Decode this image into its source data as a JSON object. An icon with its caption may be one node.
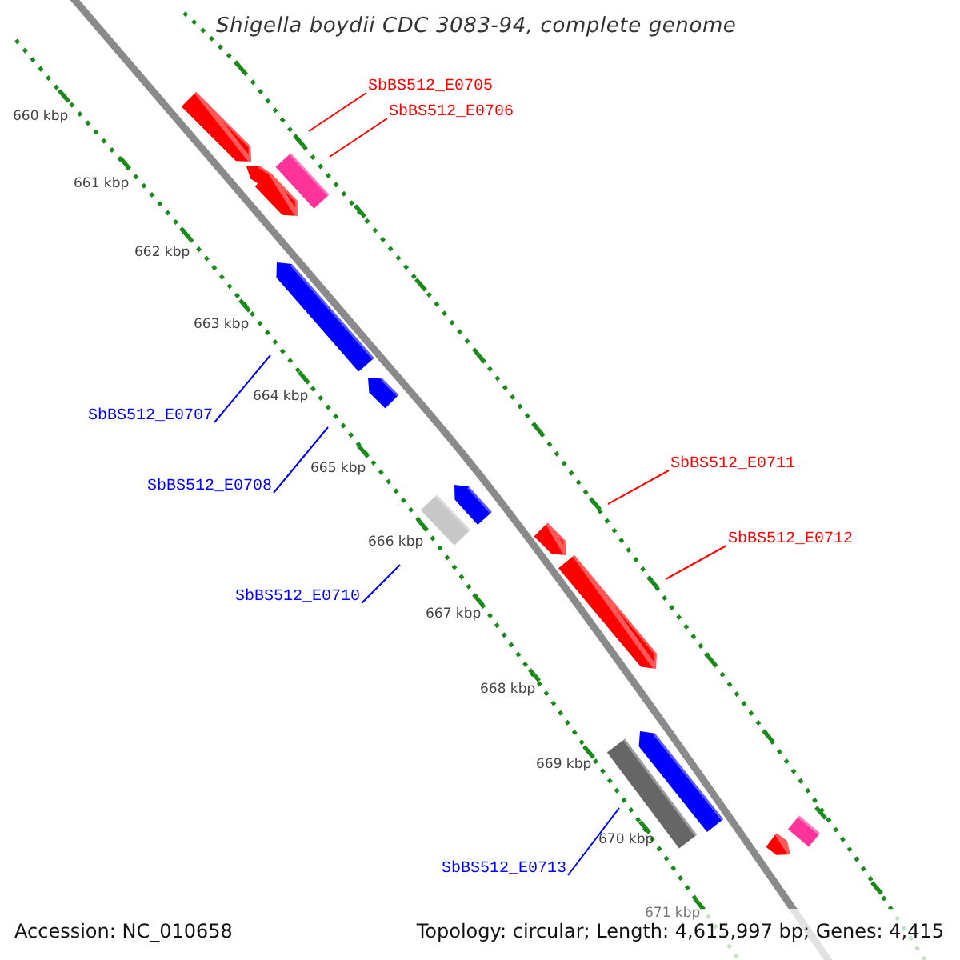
{
  "diagram": {
    "title": "Shigella boydii CDC 3083-94, complete genome",
    "nodes": [
      {
        "text": [
          "SbBS512_E0705"
        ]
      },
      {
        "text": [
          "SbBS512_E0706"
        ]
      },
      {
        "text": [
          "SbBS512_E0707"
        ]
      },
      {
        "text": [
          "SbBS512_E0708"
        ]
      },
      {
        "text": [
          "SbBS512_E0710"
        ]
      },
      {
        "text": [
          "SbBS512_E0711"
        ]
      },
      {
        "text": [
          "SbBS512_E0712"
        ]
      },
      {
        "text": [
          "SbBS512_E0713"
        ]
      }
    ],
    "edges": [
      {
        "from": 0,
        "to": null,
        "arrow": "none",
        "color": "#ff0000"
      },
      {
        "from": 1,
        "to": null,
        "arrow": "none",
        "color": "#ff0000"
      },
      {
        "from": 2,
        "to": null,
        "arrow": "none",
        "color": "#0000ff"
      },
      {
        "from": 3,
        "to": null,
        "arrow": "none",
        "color": "#0000ff"
      },
      {
        "from": 4,
        "to": null,
        "arrow": "none",
        "color": "#0000ff"
      },
      {
        "from": 5,
        "to": null,
        "arrow": "none",
        "color": "#ff0000"
      },
      {
        "from": 6,
        "to": null,
        "arrow": "none",
        "color": "#ff0000"
      },
      {
        "from": 7,
        "to": null,
        "arrow": "none",
        "color": "#0000ff"
      }
    ],
    "labels": [
      "660 kbp",
      "661 kbp",
      "662 kbp",
      "663 kbp",
      "664 kbp",
      "665 kbp",
      "666 kbp",
      "667 kbp",
      "668 kbp",
      "669 kbp",
      "670 kbp",
      "671 kbp",
      "Accession: NC_010658",
      "Topology: circular; Length: 4,615,997 bp; Genes: 4,415"
    ]
  }
}
